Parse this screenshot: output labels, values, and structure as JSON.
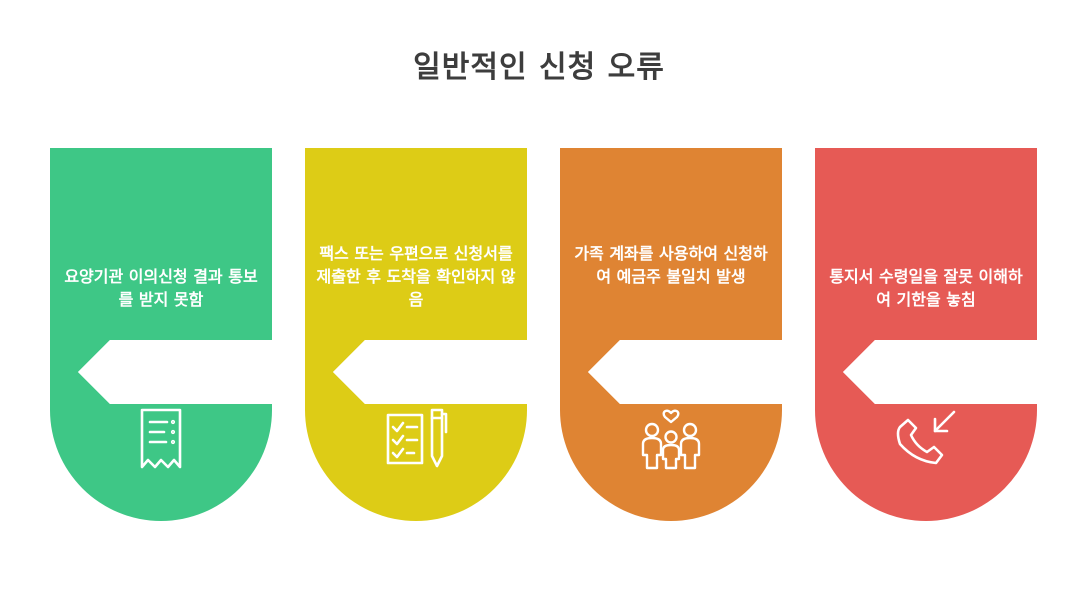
{
  "title": "일반적인 신청 오류",
  "cards": [
    {
      "text": "요양기관 이의신청 결과 통보를 받지 못함",
      "color": "#3ec786",
      "icon": "receipt-icon"
    },
    {
      "text": "팩스 또는 우편으로 신청서를 제출한 후 도착을 확인하지 않음",
      "color": "#ddcc16",
      "icon": "checklist-pen-icon"
    },
    {
      "text": "가족 계좌를 사용하여 신청하여 예금주 불일치 발생",
      "color": "#df8433",
      "icon": "family-icon"
    },
    {
      "text": "통지서 수령일을 잘못 이해하여 기한을 놓침",
      "color": "#e65a55",
      "icon": "missed-call-icon"
    }
  ]
}
